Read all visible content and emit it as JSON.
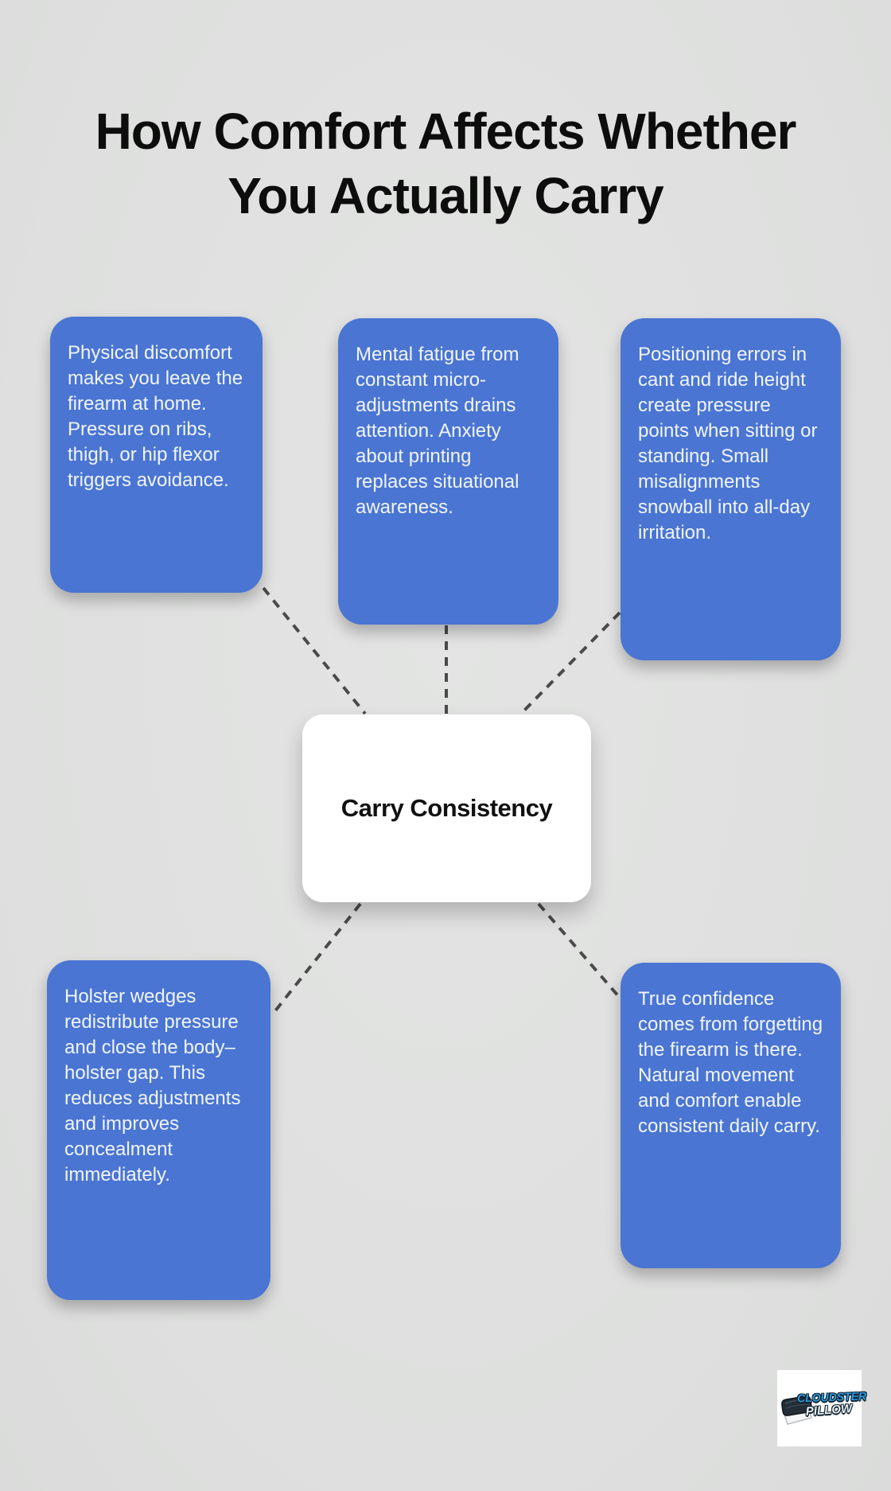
{
  "title": {
    "text": "How Comfort Affects Whether You Actually Carry"
  },
  "center": {
    "label": "Carry Consistency"
  },
  "nodes": [
    {
      "name": "physical-discomfort",
      "text": "Physical discomfort makes you leave the firearm at home. Pressure on ribs, thigh, or hip flexor triggers avoidance."
    },
    {
      "name": "mental-fatigue",
      "text": "Mental fatigue from constant micro-adjustments drains attention. Anxiety about printing replaces situational awareness."
    },
    {
      "name": "positioning-errors",
      "text": "Positioning errors in cant and ride height create pressure points when sitting or standing. Small misalignments snowball into all-day irritation."
    },
    {
      "name": "holster-wedges",
      "text": "Holster wedges redistribute pressure and close the body–holster gap. This reduces adjustments and improves concealment immediately."
    },
    {
      "name": "true-confidence",
      "text": "True confidence comes from forgetting the firearm is there. Natural movement and comfort enable consistent daily carry."
    }
  ],
  "logo": {
    "brand_line1": "CLOUDSTER",
    "brand_line2": "PILLOW"
  },
  "colors": {
    "node_blue": "#4a75d2",
    "background_gray": "#dedfde",
    "dash_gray": "#4a4a4a",
    "center_white": "#ffffff",
    "title_black": "#0d0d0d",
    "logo_blue": "#2e9ae0"
  }
}
